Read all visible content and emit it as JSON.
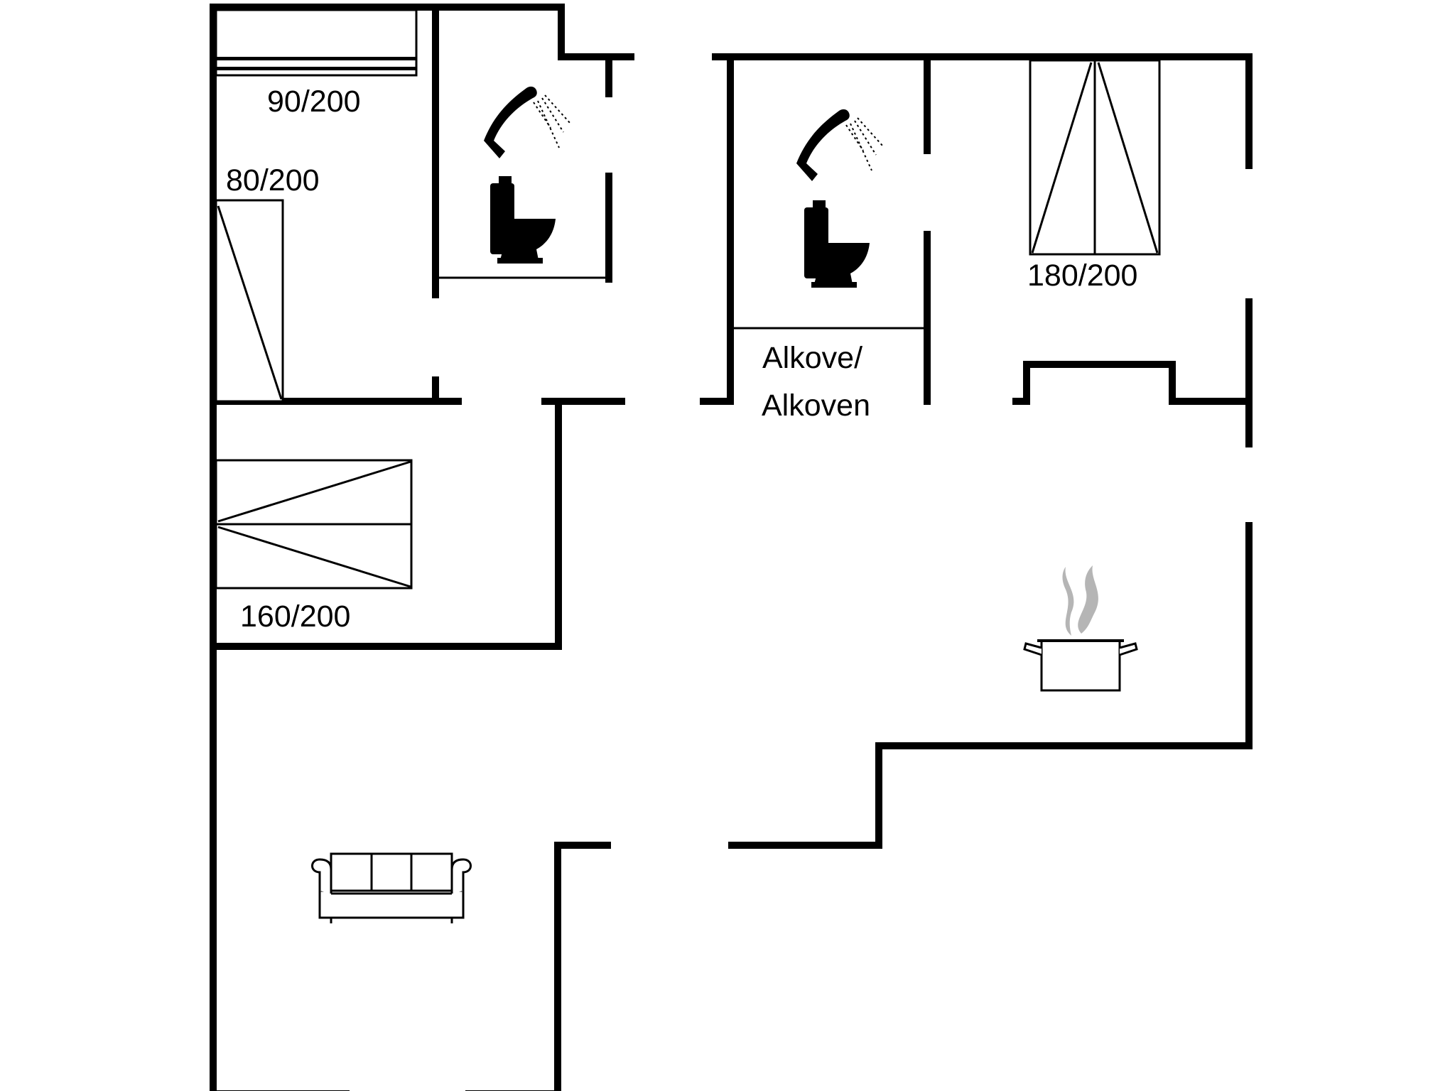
{
  "floorplan": {
    "beds": {
      "bed_90": "90/200",
      "bed_80": "80/200",
      "bed_160": "160/200",
      "bed_180": "180/200"
    },
    "alcove": {
      "line1": "Alkove/",
      "line2": "Alkoven"
    },
    "icons": {
      "shower": "shower-icon",
      "toilet": "toilet-icon",
      "cooking_pot": "cooking-pot-icon",
      "sofa": "sofa-icon"
    },
    "colors": {
      "wall": "#000000",
      "background": "#ffffff",
      "steam": "#b5b5b5"
    }
  }
}
